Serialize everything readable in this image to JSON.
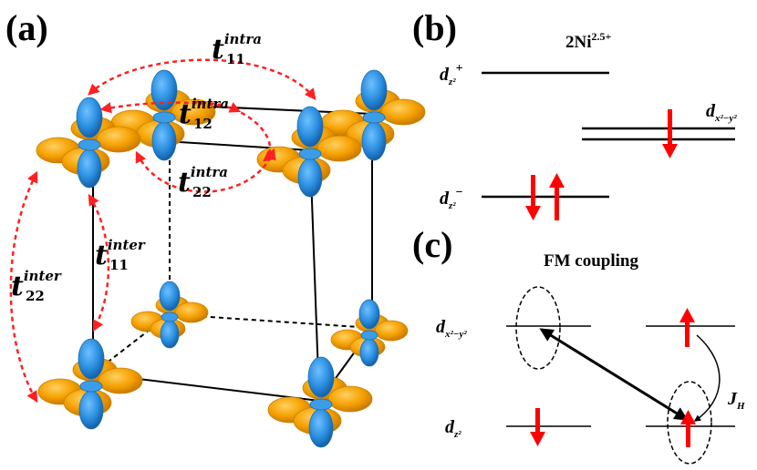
{
  "panel_a": {
    "label": "a",
    "hoppings": [
      {
        "id": "t11_intra",
        "main": "t",
        "sub": "11",
        "sup": "intra"
      },
      {
        "id": "t12_intra",
        "main": "t",
        "sub": "12",
        "sup": "intra"
      },
      {
        "id": "t22_intra",
        "main": "t",
        "sub": "22",
        "sup": "intra"
      },
      {
        "id": "t11_inter",
        "main": "t",
        "sub": "11",
        "sup": "inter"
      },
      {
        "id": "t22_inter",
        "main": "t",
        "sub": "22",
        "sup": "inter"
      }
    ],
    "colors": {
      "dz2_lobe": "#2b8fe0",
      "dx2y2_lobe": "#f5a000",
      "hopping_arrow": "#ff2020",
      "cube_edge": "#000000"
    }
  },
  "panel_b": {
    "label": "b",
    "title_base": "2Ni",
    "title_sup": "2.5+",
    "orbitals": {
      "dz2_plus": {
        "main": "d",
        "sub": "z²",
        "sign": "+"
      },
      "dz2_minus": {
        "main": "d",
        "sub": "z²",
        "sign": "−"
      },
      "dx2y2": {
        "main": "d",
        "sub": "x²−y²"
      }
    },
    "spin_color": "#ff0000"
  },
  "panel_c": {
    "label": "c",
    "title": "FM coupling",
    "orbitals": {
      "dx2y2": {
        "main": "d",
        "sub": "x²−y²"
      },
      "dz2": {
        "main": "d",
        "sub": "z²"
      }
    },
    "hund": {
      "main": "J",
      "sub": "H"
    },
    "spin_color": "#ff0000"
  }
}
